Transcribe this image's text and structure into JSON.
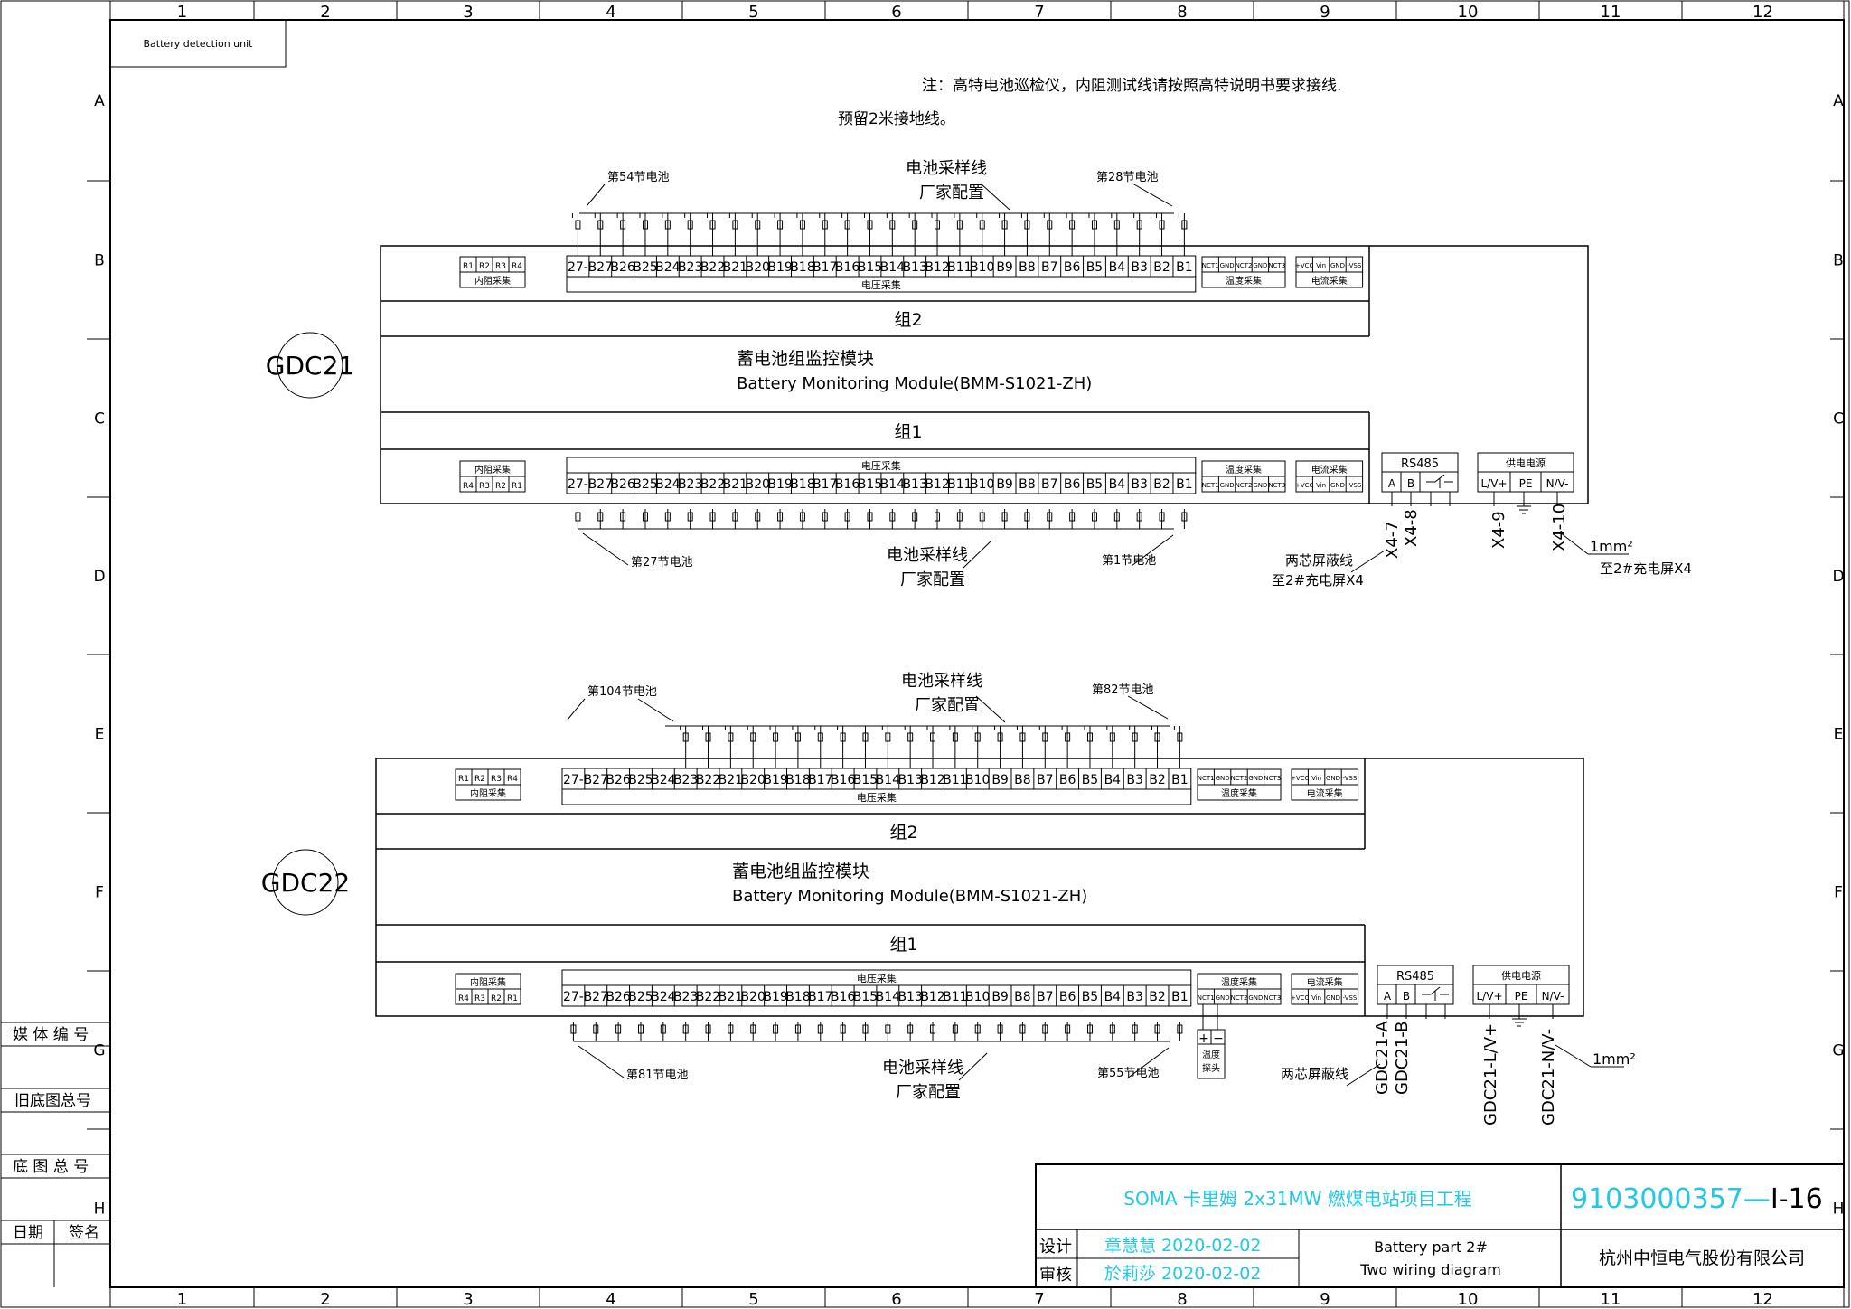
{
  "frame": {
    "col_numbers": [
      "1",
      "2",
      "3",
      "4",
      "5",
      "6",
      "7",
      "8",
      "9",
      "10",
      "11",
      "12"
    ],
    "row_letters": [
      "A",
      "B",
      "C",
      "D",
      "E",
      "F",
      "G",
      "H"
    ],
    "title_label": "Battery detection unit"
  },
  "notes": {
    "line1": "注：高特电池巡检仪，内阻测试线请按照高特说明书要求接线.",
    "line2": "预留2米接地线。"
  },
  "common": {
    "module_cn": "蓄电池组监控模块",
    "module_en": "Battery Monitoring Module(BMM-S1021-ZH)",
    "group1": "组1",
    "group2": "组2",
    "voltage_caption": "电压采集",
    "internal_caption": "内阻采集",
    "temp_caption": "温度采集",
    "current_caption": "电流采集",
    "rs485": "RS485",
    "power_caption": "供电电源",
    "sampling_line": "电池采样线",
    "factory_config": "厂家配置",
    "shield_wire": "两芯屏蔽线",
    "mm2": "1mm²",
    "temp_probe": "温度探头",
    "terminals": [
      "27-",
      "B27",
      "B26",
      "B25",
      "B24",
      "B23",
      "B22",
      "B21",
      "B20",
      "B19",
      "B18",
      "B17",
      "B16",
      "B15",
      "B14",
      "B13",
      "B12",
      "B11",
      "B10",
      "B9",
      "B8",
      "B7",
      "B6",
      "B5",
      "B4",
      "B3",
      "B2",
      "B1"
    ],
    "r_top": [
      "R1",
      "R2",
      "R3",
      "R4"
    ],
    "r_bottom": [
      "R4",
      "R3",
      "R2",
      "R1"
    ],
    "temp_terms": [
      "NCT1",
      "GND",
      "NCT2",
      "GND",
      "NCT3"
    ],
    "cur_terms": [
      "+VCC",
      "Vin",
      "GND",
      "-VSS"
    ],
    "rs_terms": [
      "A",
      "B"
    ],
    "pw_terms": [
      "L/V+",
      "PE",
      "N/V-"
    ]
  },
  "modules": [
    {
      "name": "GDC21",
      "top_left_cell": "第54节电池",
      "top_right_cell": "第28节电池",
      "bot_left_cell": "第27节电池",
      "bot_right_cell": "第1节电池",
      "rs_wires": [
        "X4-7",
        "X4-8"
      ],
      "pw_wires": [
        "X4-9",
        "X4-10"
      ],
      "rs_dest": "至2#充电屏X4",
      "pw_dest": "至2#充电屏X4"
    },
    {
      "name": "GDC22",
      "top_left_cell": "第104节电池",
      "top_right_cell": "第82节电池",
      "bot_left_cell": "第81节电池",
      "bot_right_cell": "第55节电池",
      "rs_wires": [
        "GDC21-A",
        "GDC21-B"
      ],
      "pw_wires": [
        "GDC21-L/V+",
        "GDC21-N/V-"
      ]
    }
  ],
  "sidebar": {
    "media_no": "媒 体 编 号",
    "old_drawing": "旧底图总号",
    "drawing_total": "底 图 总 号",
    "date": "日期",
    "sign": "签名"
  },
  "title_block": {
    "project": "SOMA  卡里姆 2x31MW  燃煤电站项目工程",
    "drawing_no": "9103000357",
    "drawing_suffix": "I-16",
    "design_label": "设计",
    "review_label": "审核",
    "designer": "章慧慧 2020-02-02",
    "reviewer": "於莉莎 2020-02-02",
    "drawing_title_1": "Battery part 2#",
    "drawing_title_2": "Two wiring diagram",
    "company": "杭州中恒电气股份有限公司"
  },
  "colors": {
    "accent": "#22c8e6",
    "line": "#000000"
  }
}
